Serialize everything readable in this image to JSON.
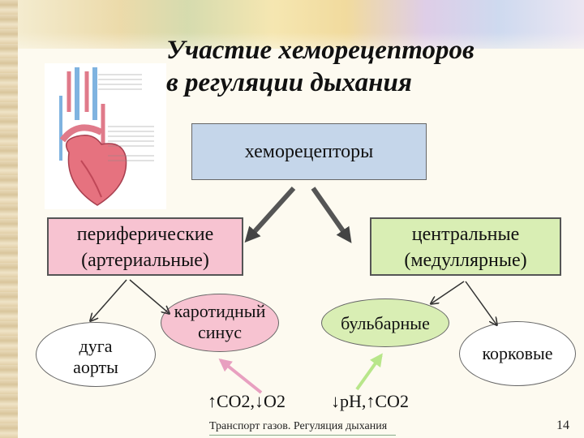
{
  "slide": {
    "title_line1": "Участие хеморецепторов",
    "title_line2": "в регуляции дыхания",
    "main_box": "хеморецепторы",
    "peripheral_line1": "периферические",
    "peripheral_line2": "(артериальные)",
    "central_line1": "центральные",
    "central_line2": "(медуллярные)",
    "aorta_line1": "дуга",
    "aorta_line2": "аорты",
    "sinus_line1": "каротидный",
    "sinus_line2": "синус",
    "bulbar": "бульбарные",
    "cortical": "корковые",
    "stimulus_left": "↑CO2,↓O2",
    "stimulus_right": "↓pH,↑CO2",
    "footer": "Транспорт газов. Регуляция дыхания",
    "page_number": "14"
  },
  "colors": {
    "main_box": "#c5d6ea",
    "peripheral": "#f7c3d1",
    "central": "#d9eeb4",
    "pink_arrow": "#e8a0c0",
    "green_arrow": "#b8e68a"
  }
}
